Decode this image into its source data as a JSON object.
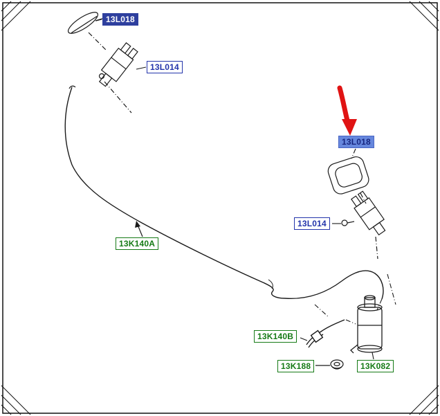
{
  "diagram_title": "Windshield washer system parts diagram",
  "labels": {
    "l018_top": {
      "text": "13L018"
    },
    "l014_left": {
      "text": "13L014"
    },
    "k140a": {
      "text": "13K140A"
    },
    "l018_right": {
      "text": "13L018"
    },
    "l014_right": {
      "text": "13L014"
    },
    "k140b": {
      "text": "13K140B"
    },
    "k188": {
      "text": "13K188"
    },
    "k082": {
      "text": "13K082"
    }
  },
  "colors": {
    "label_blue": "#2233aa",
    "label_green": "#157a15",
    "selected_bg": "#2e3f9e",
    "selected_text": "#ffffff",
    "highlight_bg": "#6687dd",
    "arrow_red": "#e01313",
    "line_black": "#1a1a1a"
  }
}
